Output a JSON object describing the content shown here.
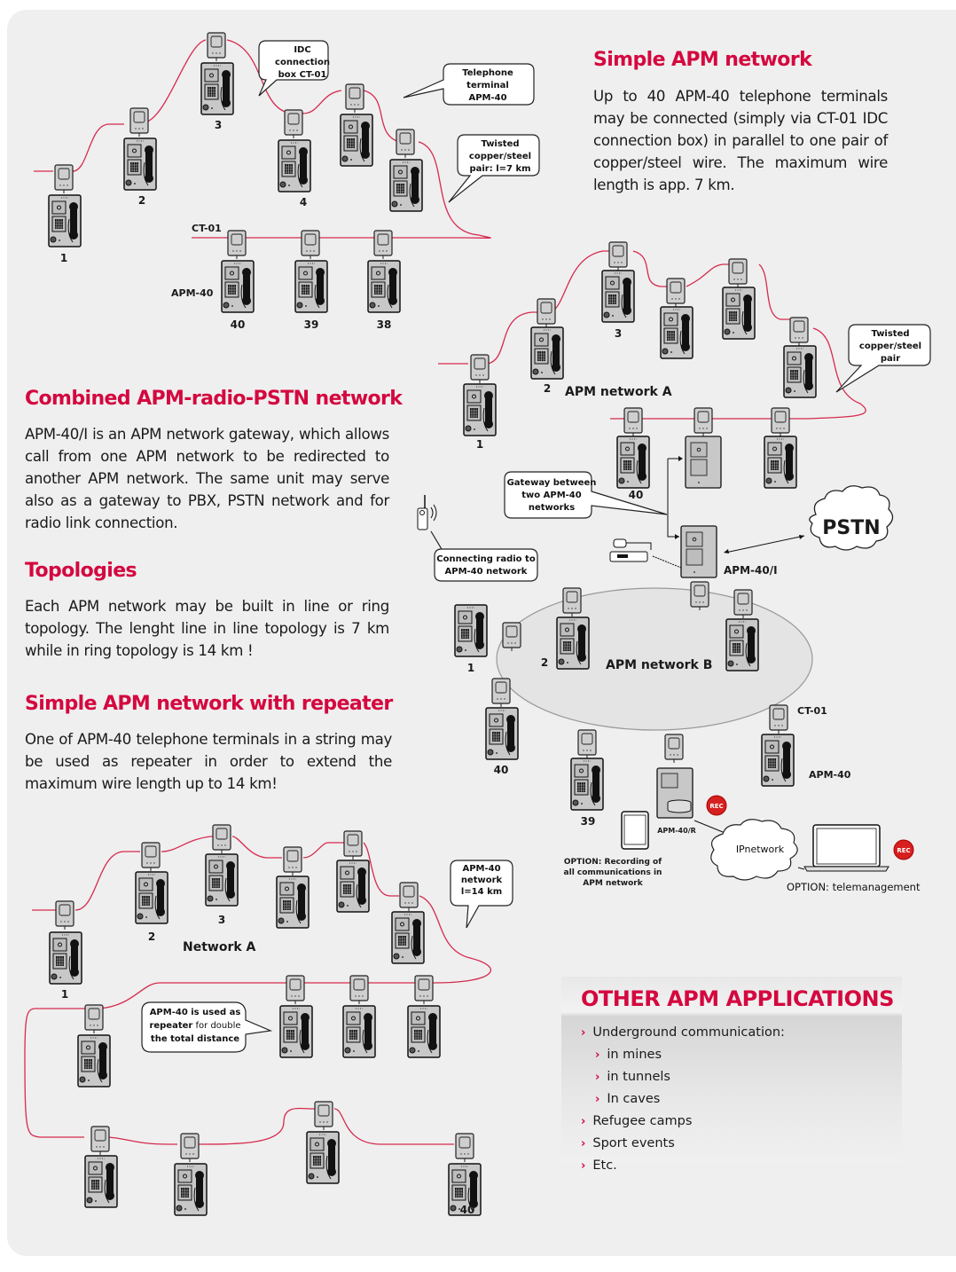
{
  "colors": {
    "accent": "#d4083f",
    "wire": "#d62a4e",
    "panel": "#efefef"
  },
  "sections": {
    "simple": {
      "title": "Simple APM network",
      "body": "Up to 40 APM-40 telephone terminals may be connected (simply via CT-01 IDC connection box) in parallel to one pair of copper/steel wire. The maximum wire length is app. 7 km."
    },
    "combined": {
      "title": "Combined APM-radio-PSTN network",
      "body": "APM-40/I is an APM network gateway, which allows call from one APM network to be redirected to another APM network. The same unit may serve also as a gateway to PBX, PSTN network and for radio link connection."
    },
    "topologies": {
      "title": "Topologies",
      "body": "Each APM network may be built in line or ring topology. The lenght line in line topology is 7 km while in ring topology is 14 km !"
    },
    "repeater": {
      "title": "Simple APM network with repeater",
      "body": "One of APM-40 telephone terminals in a string may be used as repeater in order to extend the maximum wire length up to 14 km!"
    }
  },
  "diagram1": {
    "callouts": {
      "idc": [
        "IDC",
        "connection",
        "box CT-01"
      ],
      "terminal": [
        "Telephone",
        "terminal",
        "APM-40"
      ],
      "pair": [
        "Twisted",
        "copper/steel",
        "pair: l=7 km"
      ]
    },
    "labels": {
      "ct01": "CT-01",
      "apm40": "APM-40"
    },
    "numbers": [
      "1",
      "2",
      "3",
      "4",
      "40",
      "39",
      "38"
    ]
  },
  "diagram2": {
    "callouts": {
      "pair": [
        "Twisted",
        "copper/steel",
        "pair"
      ],
      "gateway": [
        "Gateway between",
        "two APM-40",
        "networks"
      ],
      "radio": [
        "Connecting radio to",
        "APM-40 network"
      ]
    },
    "labels": {
      "networkA": "APM network A",
      "networkB": "APM network B",
      "pstn": "PSTN",
      "gateway_unit": "APM-40/I",
      "recorder_unit": "APM-40/R",
      "ct01": "CT-01",
      "apm40": "APM-40",
      "ipnetwork": "IPnetwork",
      "rec": "REC",
      "option_recording": [
        "OPTION: Recording of",
        "all communications in",
        "APM network"
      ],
      "option_telemanagement": "OPTION: telemanagement"
    },
    "numbers_a": [
      "1",
      "2",
      "3",
      "40"
    ],
    "numbers_b": [
      "1",
      "2",
      "40",
      "39"
    ]
  },
  "diagram3": {
    "callouts": {
      "network": [
        "APM-40",
        "network",
        "l=14 km"
      ],
      "repeater_pre": "APM-40 is used as",
      "repeater_bold": "repeater",
      "repeater_post": " for double",
      "repeater_last": "the total distance"
    },
    "labels": {
      "network": "Network A"
    },
    "numbers": [
      "1",
      "2",
      "3",
      "40"
    ]
  },
  "applications": {
    "title": "OTHER APM APPLICATIONS",
    "items": [
      {
        "label": "Underground communication:",
        "level": 0
      },
      {
        "label": "in mines",
        "level": 1
      },
      {
        "label": "in tunnels",
        "level": 1
      },
      {
        "label": "In caves",
        "level": 1
      },
      {
        "label": "Refugee camps",
        "level": 0
      },
      {
        "label": "Sport events",
        "level": 0
      },
      {
        "label": "Etc.",
        "level": 0
      }
    ]
  }
}
